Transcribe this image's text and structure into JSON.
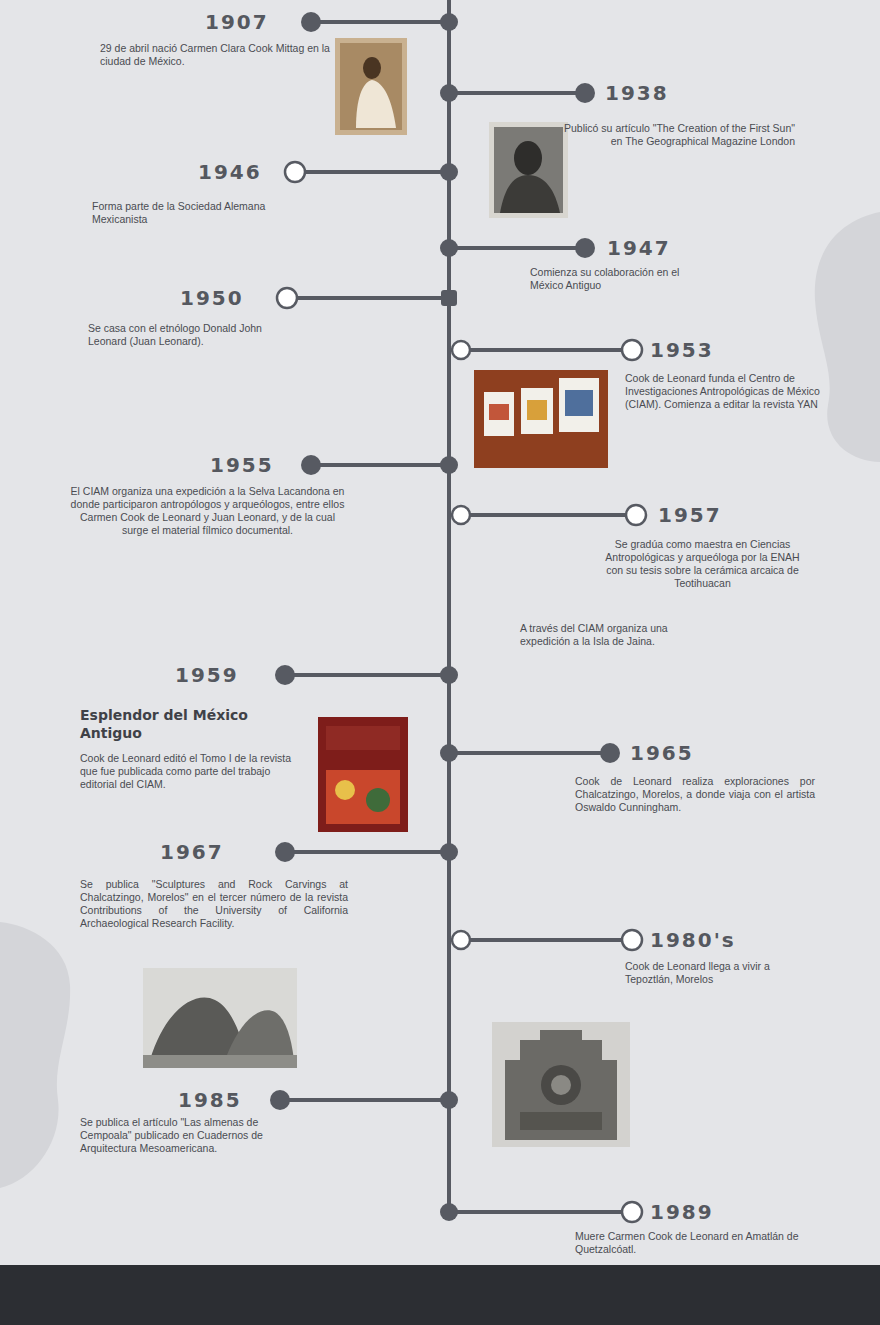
{
  "diagram": {
    "labels": [
      "1907",
      "29 de abril nació Carmen Clara Cook Mittag en la ciudad de México.",
      "1938",
      "Publicó su artículo \"The Creation of the First Sun\" en The Geographical Magazine London",
      "1946",
      "Forma parte de la Sociedad Alemana Mexicanista",
      "1947",
      "Comienza su colaboración en el México Antiguo",
      "1950",
      "Se casa con el etnólogo Donald John Leonard (Juan Leonard).",
      "1953",
      "Cook de Leonard funda el Centro de Investigaciones Antropológicas de México (CIAM). Comienza a editar la revista YAN",
      "1955",
      "El CIAM organiza una expedición a la Selva Lacandona en donde participaron antropólogos y arqueólogos, entre ellos Carmen Cook de Leonard y Juan Leonard, y de la cual surge el material fílmico documental.",
      "1957",
      "Se gradúa como maestra en Ciencias Antropológicas y arqueóloga por la ENAH con su tesis sobre la cerámica arcaica de Teotihuacan",
      "A través del CIAM organiza una expedición a la Isla de Jaina.",
      "1959",
      "Esplendor del México Antiguo",
      "Cook de Leonard editó el Tomo I de la revista que fue publicada como parte del trabajo editorial del CIAM.",
      "1965",
      "Cook de Leonard realiza exploraciones por Chalcatzingo, Morelos, a donde viaja con el artista Oswaldo Cunningham.",
      "1967",
      "Se publica \"Sculptures and Rock Carvings at Chalcatzingo, Morelos\" en el tercer número de la revista Contributions of the University of California Archaeological Research Facility.",
      "1980's",
      "Cook de Leonard llega a vivir a Tepoztlán, Morelos",
      "1985",
      "Se publica el artículo \"Las almenas de Cempoala\" publicado en Cuadernos de Arquitectura Mesoamericana.",
      "1989",
      "Muere Carmen Cook de Leonard en Amatlán de Quetzalcóatl."
    ]
  }
}
